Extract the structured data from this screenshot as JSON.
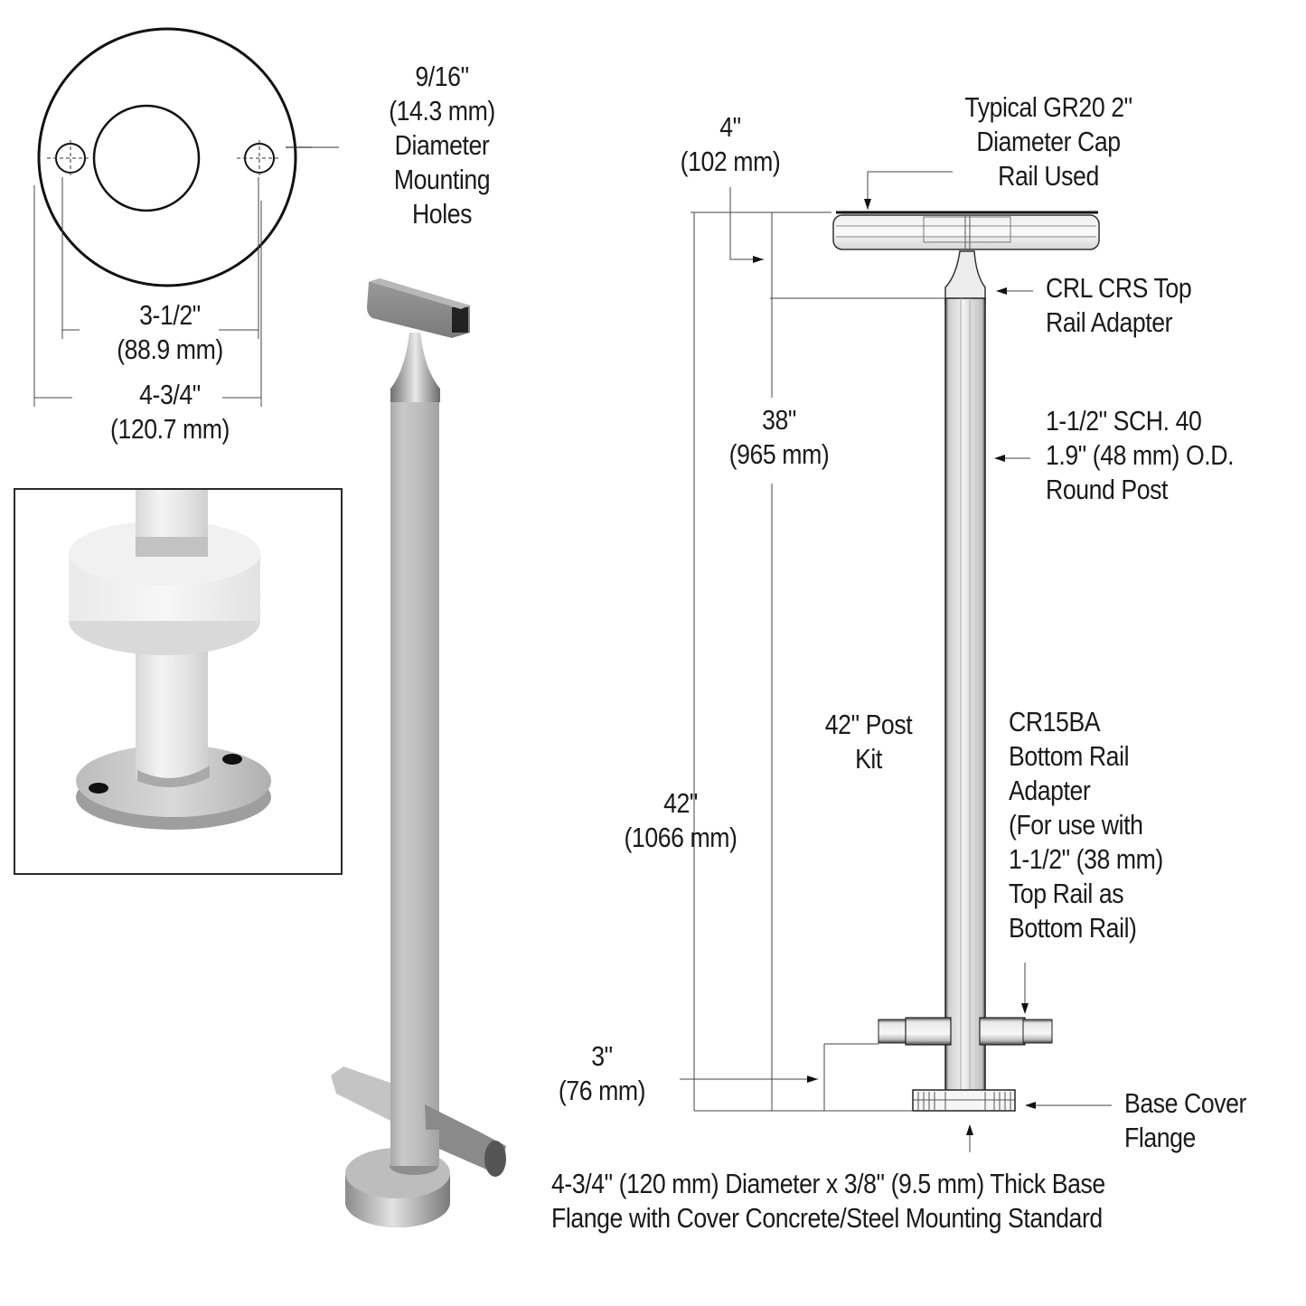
{
  "flange_plan": {
    "hole_label": [
      "9/16\"",
      "(14.3 mm)",
      "Diameter",
      "Mounting",
      "Holes"
    ],
    "bolt_spacing": [
      "3-1/2\"",
      "(88.9 mm)"
    ],
    "outer_diameter": [
      "4-3/4\"",
      "(120.7 mm)"
    ]
  },
  "elevation": {
    "cap_rail_label": [
      "Typical GR20 2\"",
      "Diameter Cap",
      "Rail Used"
    ],
    "cap_height": [
      "4\"",
      "(102 mm)"
    ],
    "top_adapter_label": [
      "CRL CRS Top",
      "Rail Adapter"
    ],
    "mid_height": [
      "38\"",
      "(965 mm)"
    ],
    "post_label": [
      "1-1/2\" SCH. 40",
      "1.9\" (48 mm) O.D.",
      "Round Post"
    ],
    "kit_label": [
      "42\" Post",
      "Kit"
    ],
    "total_height": [
      "42\"",
      "(1066 mm)"
    ],
    "bottom_adapter_label": [
      "CR15BA",
      "Bottom Rail",
      "Adapter",
      "(For use with",
      "1-1/2\" (38 mm)",
      "Top Rail as",
      "Bottom Rail)"
    ],
    "bottom_height": [
      "3\"",
      "(76 mm)"
    ],
    "base_cover_label": [
      "Base Cover",
      "Flange"
    ],
    "base_note": [
      "4-3/4\" (120 mm) Diameter x 3/8\" (9.5 mm) Thick Base",
      "Flange with Cover Concrete/Steel Mounting Standard"
    ]
  },
  "colors": {
    "line": "#1a1a1a",
    "steel_light": "#d4d4d4",
    "steel_mid": "#b5b5b5",
    "steel_dark": "#7d7d7d"
  }
}
